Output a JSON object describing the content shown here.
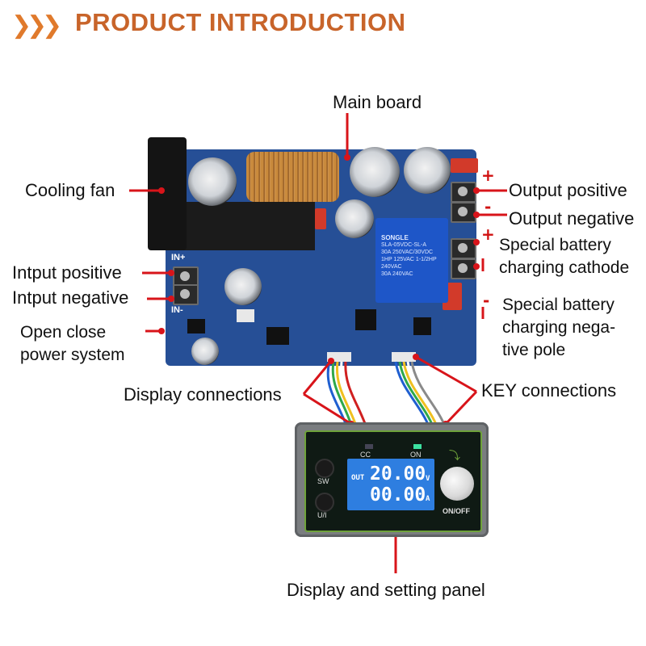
{
  "header": {
    "title": "PRODUCT INTRODUCTION"
  },
  "labels": {
    "main_board": "Main board",
    "cooling_fan": "Cooling fan",
    "input_positive": "Intput positive",
    "input_negative": "Intput negative",
    "open_close_line1": "Open close",
    "open_close_line2": "power system",
    "output_positive": "Output positive",
    "output_negative": "Output negative",
    "battery_cathode_line1": "Special battery",
    "battery_cathode_line2": "charging cathode",
    "battery_negative_line1": "Special battery",
    "battery_negative_line2": "charging nega-",
    "battery_negative_line3": "tive pole",
    "display_connections": "Display connections",
    "key_connections": "KEY connections",
    "display_panel": "Display and setting panel"
  },
  "signs": {
    "plus": "+",
    "minus": "-"
  },
  "board": {
    "in_plus": "IN+",
    "in_minus": "IN-",
    "relay_brand": "SONGLE",
    "relay_model": "SLA-05VDC-SL-A",
    "relay_spec1": "30A 250VAC/30VDC",
    "relay_spec2": "1HP 125VAC 1-1/2HP 240VAC",
    "relay_spec3": "30A 240VAC"
  },
  "panel": {
    "cc": "CC",
    "on": "ON",
    "sw": "SW",
    "ui": "U/I",
    "out": "OUT",
    "voltage": "20.00",
    "voltage_unit": "V",
    "current": "00.00",
    "current_unit": "A",
    "on_off": "ON/OFF"
  },
  "colors": {
    "title": "#c8642a",
    "chevrons": "#e07a2c",
    "annotation_red": "#d8141a",
    "board_blue": "#264f96",
    "lcd_blue": "#2e7ee0"
  },
  "icons": {
    "header_chevrons": "chevron-right-icon"
  }
}
